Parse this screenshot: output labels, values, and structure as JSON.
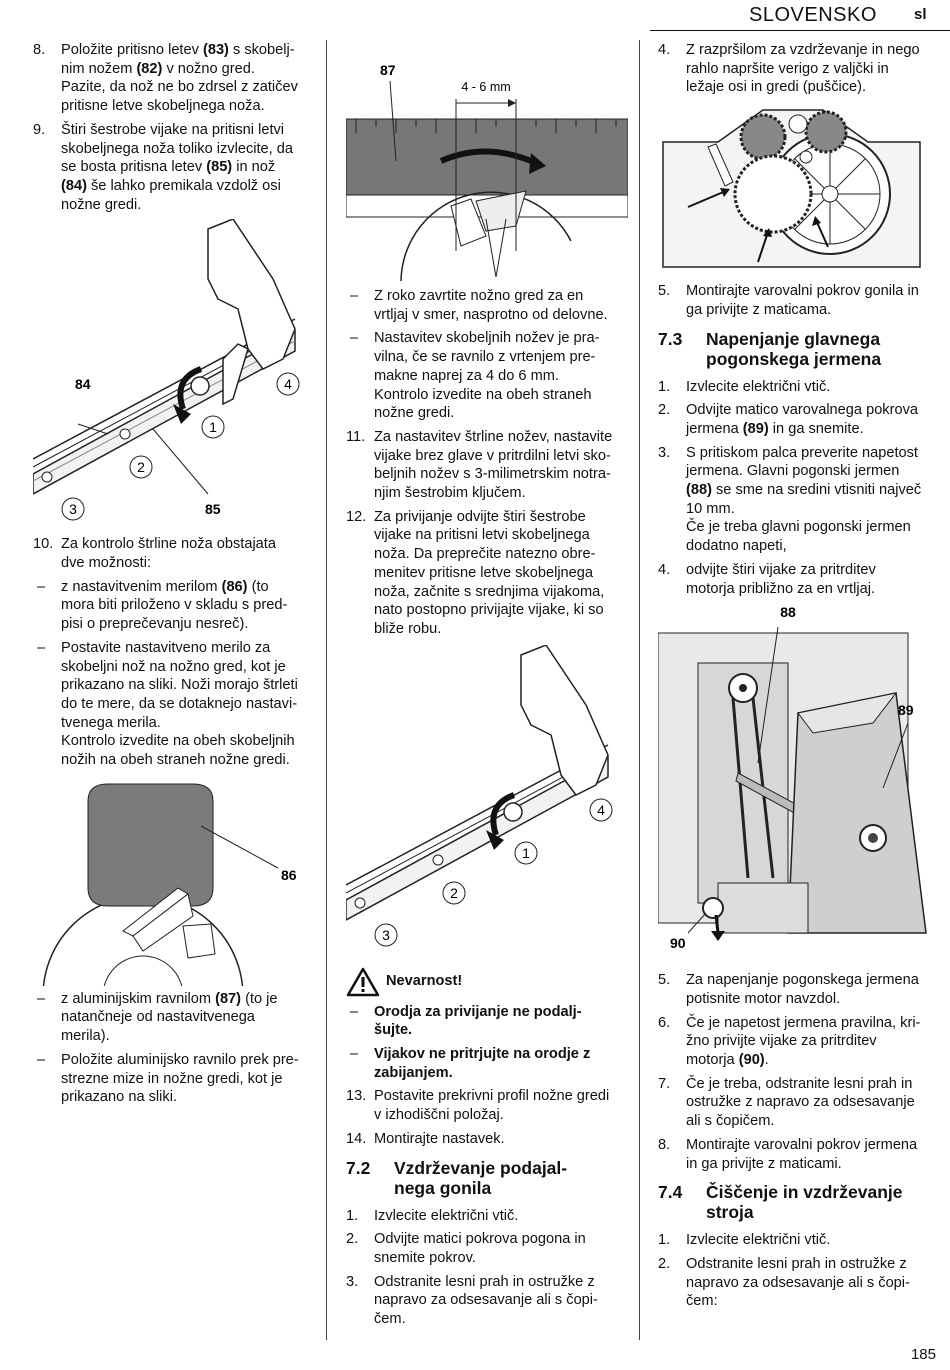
{
  "header": {
    "language": "SLOVENSKO",
    "code": "sl"
  },
  "page_number": "185",
  "col1": {
    "items_a": [
      {
        "n": "8.",
        "lines": [
          "Položite pritisno letev <b>(83)</b> s skobelj-",
          "nim nožem <b>(82)</b> v nožno gred.",
          "Pazite, da nož ne bo zdrsel z zatičev",
          "pritisne letve skobeljnega noža."
        ]
      },
      {
        "n": "9.",
        "lines": [
          "Štiri šestrobe vijake na pritisni letvi",
          "skobeljnega noža toliko izvlecite, da",
          "se bosta pritisna letev <b>(85)</b> in nož",
          "<b>(84)</b> še lahko premikala vzdolž osi",
          "nožne gredi."
        ]
      }
    ],
    "fig1_labels": {
      "a": "84",
      "b": "85",
      "c1": "1",
      "c2": "2",
      "c3": "3",
      "c4": "4"
    },
    "items_b": [
      {
        "n": "10.",
        "lines": [
          "Za kontrolo štrline noža obstajata",
          "dve možnosti:"
        ]
      },
      {
        "n": "–",
        "lines": [
          "z nastavitvenim merilom <b>(86)</b> (to",
          "mora biti priloženo v skladu s pred-",
          "pisi o preprečevanju nesreč)."
        ]
      },
      {
        "n": "–",
        "lines": [
          "Postavite nastavitveno merilo za",
          "skobeljni nož na nožno gred, kot je",
          "prikazano na sliki. Noži morajo štrleti",
          "do te mere, da se dotaknejo nastavi-",
          "tvenega merila.",
          "Kontrolo izvedite na obeh skobeljnih",
          "nožih na obeh straneh nožne gredi."
        ]
      }
    ],
    "fig2_label": "86",
    "items_c": [
      {
        "n": "–",
        "lines": [
          "z aluminijskim ravnilom <b>(87)</b> (to je",
          "natančneje od nastavitvenega",
          "merila)."
        ]
      },
      {
        "n": "–",
        "lines": [
          "Položite aluminijsko ravnilo prek pre-",
          "strezne mize in nožne gredi, kot je",
          "prikazano na sliki."
        ]
      }
    ]
  },
  "col2": {
    "fig3_labels": {
      "a": "87",
      "dim": "4 - 6 mm"
    },
    "items_a": [
      {
        "n": "–",
        "lines": [
          "Z roko zavrtite nožno gred za en",
          "vrtljaj v smer, nasprotno od delovne."
        ]
      },
      {
        "n": "–",
        "lines": [
          "Nastavitev skobeljnih nožev je pra-",
          "vilna, če se ravnilo z vrtenjem pre-",
          "makne naprej za 4 do 6 mm.",
          "Kontrolo izvedite na obeh straneh",
          "nožne gredi."
        ]
      },
      {
        "n": "11.",
        "lines": [
          "Za nastavitev štrline nožev, nastavite",
          "vijake brez glave v pritrdilni letvi sko-",
          "beljnih nožev s 3-milimetrskim notra-",
          "njim šestrobim ključem."
        ]
      },
      {
        "n": "12.",
        "lines": [
          "Za privijanje odvijte štiri šestrobe",
          "vijake na pritisni letvi skobeljnega",
          "noža. Da preprečite natezno obre-",
          "menitev pritisne letve skobeljnega",
          "noža, začnite s srednjima vijakoma,",
          "nato postopno privijajte vijake, ki so",
          "bliže robu."
        ]
      }
    ],
    "fig4_labels": {
      "c1": "1",
      "c2": "2",
      "c3": "3",
      "c4": "4"
    },
    "warning_title": "Nevarnost!",
    "warning_items": [
      {
        "n": "–",
        "lines": [
          "<b>Orodja za privijanje ne podalj-</b>",
          "<b>šujte.</b>"
        ]
      },
      {
        "n": "–",
        "lines": [
          "<b>Vijakov ne pritrjujte na orodje z</b>",
          "<b>zabijanjem.</b>"
        ]
      }
    ],
    "items_b": [
      {
        "n": "13.",
        "lines": [
          "Postavite prekrivni profil nožne gredi",
          "v izhodiščni položaj."
        ]
      },
      {
        "n": "14.",
        "lines": [
          "Montirajte nastavek."
        ]
      }
    ],
    "section": {
      "num": "7.2",
      "title_lines": [
        "Vzdrževanje podajal-",
        "nega gonila"
      ]
    },
    "items_c": [
      {
        "n": "1.",
        "lines": [
          "Izvlecite električni vtič."
        ]
      },
      {
        "n": "2.",
        "lines": [
          "Odvijte matici pokrova pogona in",
          "snemite pokrov."
        ]
      },
      {
        "n": "3.",
        "lines": [
          "Odstranite lesni prah in ostružke z",
          "napravo za odsesavanje ali s čopi-",
          "čem."
        ]
      }
    ]
  },
  "col3": {
    "items_a": [
      {
        "n": "4.",
        "lines": [
          "Z razpršilom za vzdrževanje in nego",
          "rahlo napršite verigo z valjčki in",
          "ležaje osi in gredi (puščice)."
        ]
      }
    ],
    "items_b": [
      {
        "n": "5.",
        "lines": [
          "Montirajte varovalni pokrov gonila in",
          "ga privijte z maticama."
        ]
      }
    ],
    "section1": {
      "num": "7.3",
      "title_lines": [
        "Napenjanje glavnega",
        "pogonskega jermena"
      ]
    },
    "items_c": [
      {
        "n": "1.",
        "lines": [
          "Izvlecite električni vtič."
        ]
      },
      {
        "n": "2.",
        "lines": [
          "Odvijte matico varovalnega pokrova",
          "jermena <b>(89)</b> in ga snemite."
        ]
      },
      {
        "n": "3.",
        "lines": [
          "S pritiskom palca preverite napetost",
          "jermena. Glavni pogonski jermen",
          "<b>(88)</b> se sme na sredini vtisniti največ",
          "10 mm.",
          "Če je treba glavni pogonski jermen",
          "dodatno napeti,"
        ]
      },
      {
        "n": "4.",
        "lines": [
          "odvijte štiri vijake za pritrditev",
          "motorja približno za en vrtljaj."
        ]
      }
    ],
    "fig6_labels": {
      "a": "88",
      "b": "89",
      "c": "90"
    },
    "items_d": [
      {
        "n": "5.",
        "lines": [
          "Za napenjanje pogonskega jermena",
          "potisnite motor navzdol."
        ]
      },
      {
        "n": "6.",
        "lines": [
          "Če je napetost jermena pravilna, kri-",
          "žno privijte vijake za pritrditev",
          "motorja <b>(90)</b>."
        ]
      },
      {
        "n": "7.",
        "lines": [
          "Če je treba, odstranite lesni prah in",
          "ostružke z napravo za odsesavanje",
          "ali s čopičem."
        ]
      },
      {
        "n": "8.",
        "lines": [
          "Montirajte varovalni pokrov jermena",
          "in ga privijte z maticami."
        ]
      }
    ],
    "section2": {
      "num": "7.4",
      "title_lines": [
        "Čiščenje in vzdrževanje",
        "stroja"
      ]
    },
    "items_e": [
      {
        "n": "1.",
        "lines": [
          "Izvlecite električni vtič."
        ]
      },
      {
        "n": "2.",
        "lines": [
          "Odstranite lesni prah in ostružke z",
          "napravo za odsesavanje ali s čopi-",
          "čem:"
        ]
      }
    ]
  }
}
